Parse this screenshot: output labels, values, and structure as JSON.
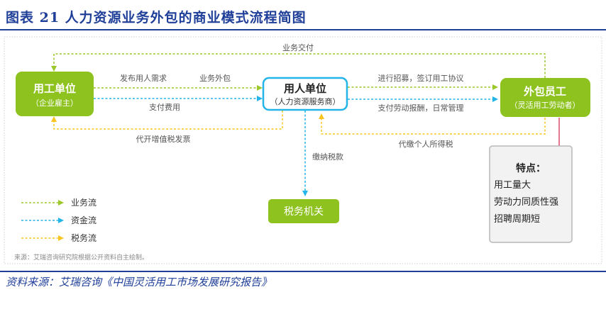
{
  "figure_title": "图表 21   人力资源业务外包的商业模式流程简图",
  "source_text": "资料来源：艾瑞咨询《中国灵活用工市场发展研究报告》",
  "diagram": {
    "nodes": {
      "employer": {
        "title": "用工单位",
        "subtitle": "（企业雇主）"
      },
      "agency": {
        "title": "用人单位",
        "subtitle": "（人力资源服务商）"
      },
      "worker": {
        "title": "外包员工",
        "subtitle": "（灵活用工劳动者）"
      },
      "tax": {
        "title": "税务机关"
      }
    },
    "edge_labels": {
      "business_delivery": "业务交付",
      "publish_demand": "发布用人需求",
      "business_outsource": "业务外包",
      "pay_fee": "支付费用",
      "invoice": "代开增值税发票",
      "recruit_sign": "进行招募，签订用工协议",
      "pay_wage": "支付劳动报酬，日常管理",
      "withhold_tax": "代缴个人所得税",
      "pay_tax": "缴纳税款"
    },
    "features": {
      "heading": "特点：",
      "items": [
        "用工量大",
        "劳动力同质性强",
        "招聘周期短"
      ]
    },
    "legend": [
      {
        "label": "业务流",
        "color": "#9bc82a"
      },
      {
        "label": "资金流",
        "color": "#23b5e8"
      },
      {
        "label": "税务流",
        "color": "#f7c51e"
      }
    ],
    "footnote": "来源：艾瑞咨询研究院根据公开资料自主绘制。"
  }
}
